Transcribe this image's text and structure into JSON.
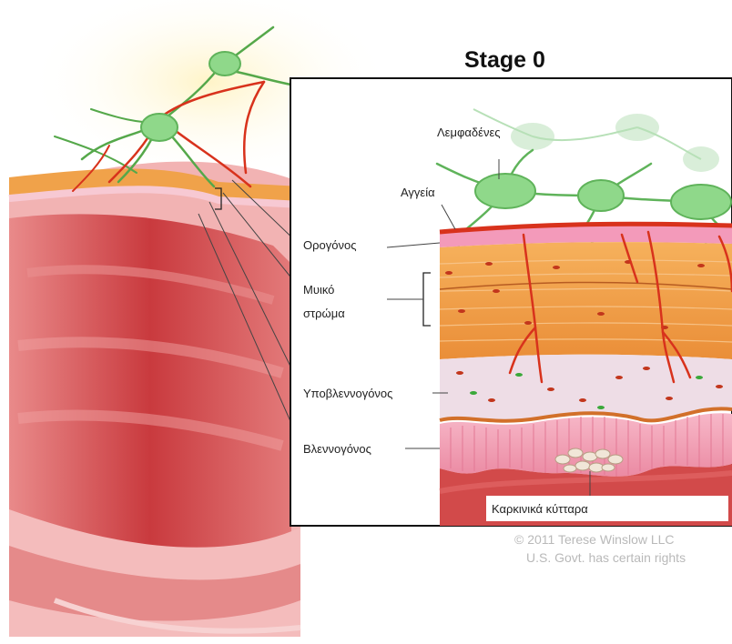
{
  "title": "Stage 0",
  "labels": {
    "lymph_nodes": "Λεμφαδένες",
    "vessels": "Αγγεία",
    "serosa": "Ορογόνος",
    "muscle_line1": "Μυικό",
    "muscle_line2": "στρώμα",
    "submucosa": "Υποβλεννογόνος",
    "mucosa": "Βλεννογόνος",
    "cancer_cells": "Καρκινικά κύτταρα"
  },
  "copyright": {
    "line1": "© 2011 Terese Winslow LLC",
    "line2": "U.S. Govt. has certain rights"
  },
  "colors": {
    "mucosa_pink": "#f3a3b4",
    "muscle_orange": "#f0a24a",
    "vessel_red": "#d8321c",
    "lymph_green": "#8fd88a",
    "colon_red": "#d24a4a"
  }
}
